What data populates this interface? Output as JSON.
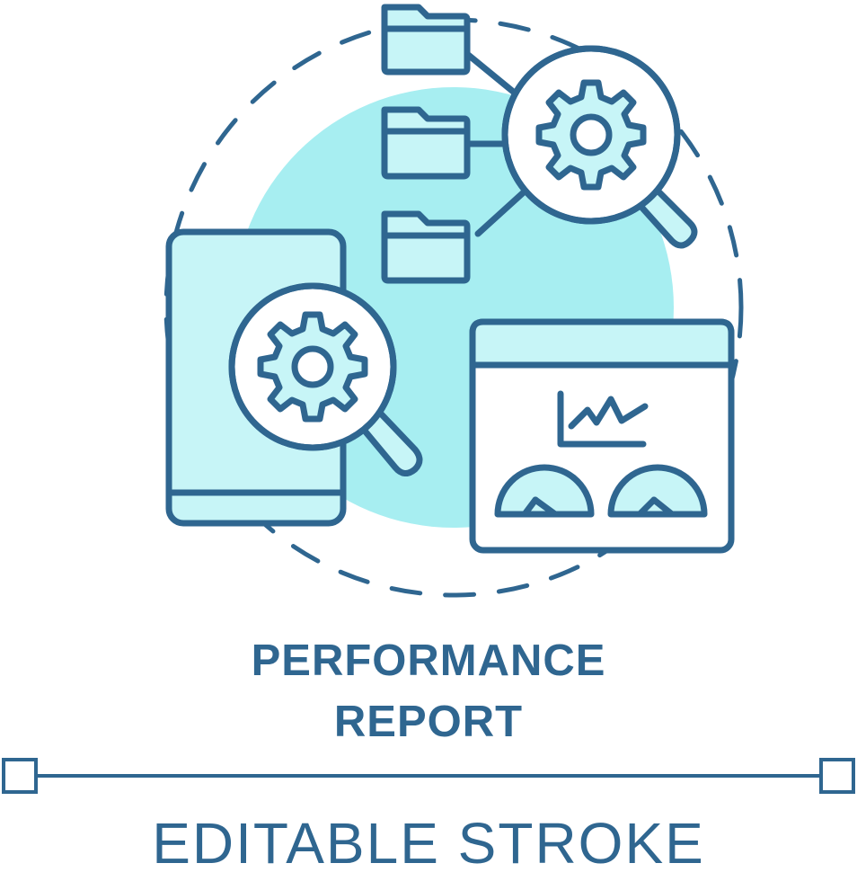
{
  "title": {
    "line1": "PERFORMANCE",
    "line2": "REPORT"
  },
  "caption": "EDITABLE STROKE",
  "colors": {
    "stroke": "#2f6690",
    "fill_light": "#c7f5f7",
    "accent_circle": "#a7eef1",
    "background": "#ffffff"
  },
  "icons": {
    "background": "dashed-circle-with-teal-blob",
    "folders": "folder-icon",
    "magnifier": "magnifying-glass-gear-icon",
    "phone": "smartphone-icon",
    "dashboard": "browser-dashboard-icon",
    "chart": "line-chart-icon",
    "gauges": "gauge-icon"
  }
}
